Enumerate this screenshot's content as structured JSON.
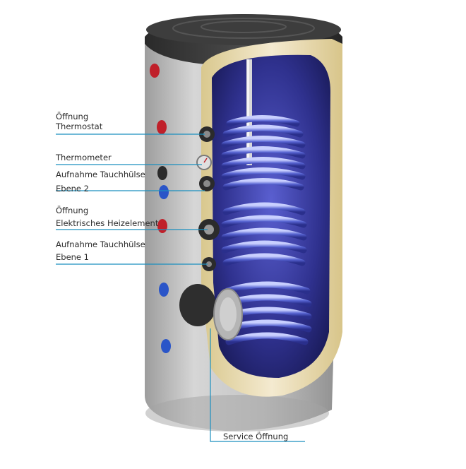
{
  "labels": {
    "oeffnung_thermostat": {
      "line1": "Öffnung",
      "line2": "Thermostat"
    },
    "thermometer": "Thermometer",
    "aufnahme_ebene2": {
      "line1": "Aufnahme Tauchhülse",
      "line2": "Ebene 2"
    },
    "oeffnung_heizelement": {
      "line1": "Öffnung",
      "line2": "Elektrisches Heizelement"
    },
    "aufnahme_ebene1": {
      "line1": "Aufnahme Tauchhülse",
      "line2": "Ebene 1"
    },
    "service_oeffnung": "Service Öffnung"
  },
  "colors": {
    "leader_line": "#1a8fbf",
    "shell": "#c9c9c9",
    "insulation": "#efe3b8",
    "tank_inner": "#2e2f8a",
    "coil": "#4a57c8",
    "lid": "#3a3a3a",
    "port_red": "#c0202a",
    "port_blue": "#2a55c8"
  }
}
